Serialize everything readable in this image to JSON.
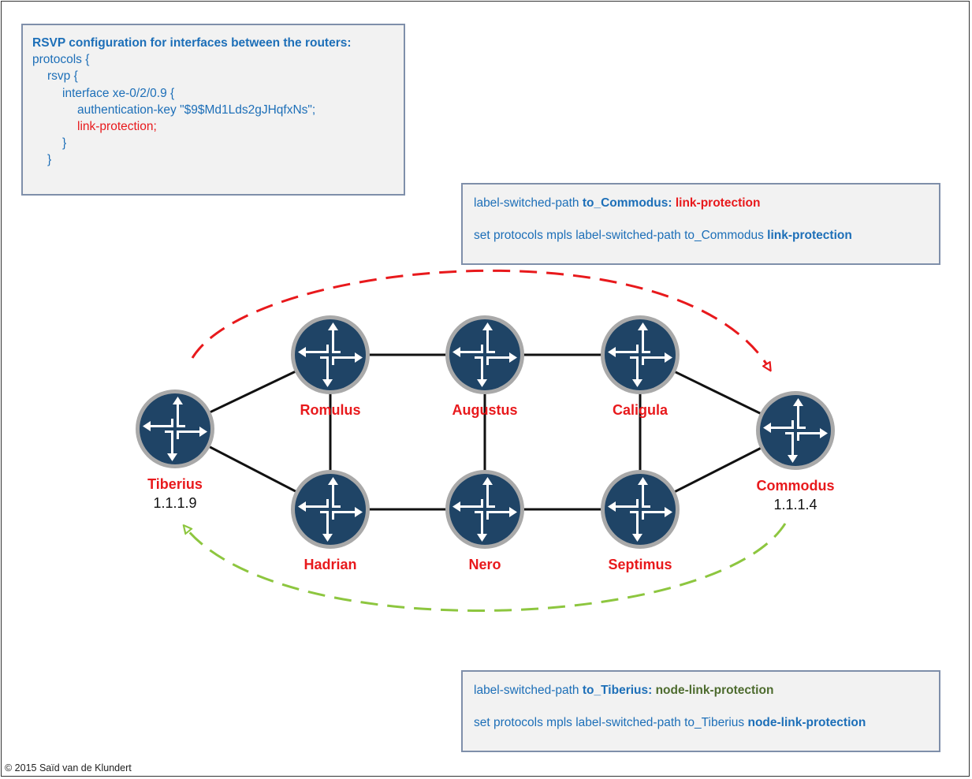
{
  "config": {
    "title": "RSVP configuration for interfaces between the routers:",
    "lines": [
      {
        "text": "protocols {",
        "indent": 0,
        "color": "blue"
      },
      {
        "text": "rsvp {",
        "indent": 1,
        "color": "blue"
      },
      {
        "text": "interface xe-0/2/0.9 {",
        "indent": 2,
        "color": "blue"
      },
      {
        "text": "authentication-key \"$9$Md1Lds2gJHqfxNs\";",
        "indent": 3,
        "color": "blue"
      },
      {
        "text": "link-protection;",
        "indent": 3,
        "color": "red"
      },
      {
        "text": "}",
        "indent": 2,
        "color": "blue"
      },
      {
        "text": "}",
        "indent": 1,
        "color": "blue"
      }
    ]
  },
  "lsp_commodus": {
    "prefix": "label-switched-path ",
    "name": "to_Commodus:",
    "protection": " link-protection",
    "cmd": "set protocols mpls label-switched-path to_Commodus ",
    "cmd_bold": "link-protection"
  },
  "lsp_tiberius": {
    "prefix": "label-switched-path ",
    "name": "to_Tiberius:",
    "protection": " node-link-protection",
    "cmd": "set protocols mpls label-switched-path to_Tiberius ",
    "cmd_bold": "node-link-protection"
  },
  "routers": [
    {
      "id": "tiberius",
      "name": "Tiberius",
      "ip": "1.1.1.9"
    },
    {
      "id": "romulus",
      "name": "Romulus",
      "ip": ""
    },
    {
      "id": "augustus",
      "name": "Augustus",
      "ip": ""
    },
    {
      "id": "caligula",
      "name": "Caligula",
      "ip": ""
    },
    {
      "id": "hadrian",
      "name": "Hadrian",
      "ip": ""
    },
    {
      "id": "nero",
      "name": "Nero",
      "ip": ""
    },
    {
      "id": "septimus",
      "name": "Septimus",
      "ip": ""
    },
    {
      "id": "commodus",
      "name": "Commodus",
      "ip": "1.1.1.4"
    }
  ],
  "links": [
    [
      "tiberius",
      "romulus"
    ],
    [
      "tiberius",
      "hadrian"
    ],
    [
      "romulus",
      "augustus"
    ],
    [
      "augustus",
      "caligula"
    ],
    [
      "hadrian",
      "nero"
    ],
    [
      "nero",
      "septimus"
    ],
    [
      "romulus",
      "hadrian"
    ],
    [
      "augustus",
      "nero"
    ],
    [
      "caligula",
      "septimus"
    ],
    [
      "caligula",
      "commodus"
    ],
    [
      "septimus",
      "commodus"
    ]
  ],
  "colors": {
    "router": "#1f4466",
    "router_ring": "#a9a9a9",
    "label": "#e8191c",
    "path_primary": "#e8191c",
    "path_return": "#8dc63f",
    "text_blue": "#1d6fb8"
  },
  "copyright": "© 2015 Saïd van de Klundert"
}
